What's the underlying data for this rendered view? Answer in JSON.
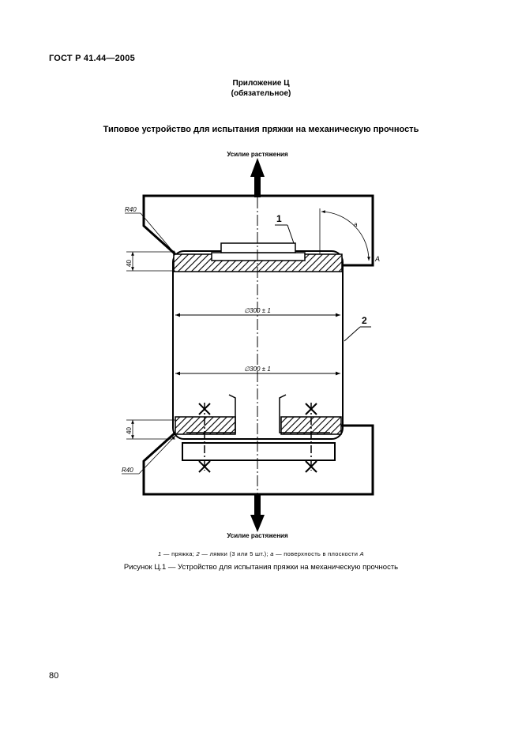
{
  "header": {
    "standard": "ГОСТ Р 41.44—2005"
  },
  "appendix": {
    "title": "Приложение Ц",
    "status": "(обязательное)"
  },
  "figure": {
    "title": "Типовое устройство для испытания пряжки на механическую прочность",
    "force_top": "Усилие растяжения",
    "force_bottom": "Усилие растяжения",
    "labels": {
      "r40_top": "R40",
      "r40_bottom": "R40",
      "dim40_top": "40",
      "dim40_bottom": "40",
      "diameter_top": "∅300 ± 1",
      "diameter_bottom": "∅300 ± 1",
      "callout_1": "1",
      "callout_2": "2",
      "angle_a": "a",
      "plane_A": "A"
    },
    "legend_parts": [
      {
        "num": "1",
        "text": " — пряжка; "
      },
      {
        "num": "2",
        "text": " — лямки (3 или 5 шт.); "
      },
      {
        "num": "a",
        "text": " — поверхность в плоскости "
      },
      {
        "num": "A",
        "text": ""
      }
    ],
    "caption": "Рисунок Ц.1 — Устройство для испытания пряжки на механическую прочность"
  },
  "page_number": "80"
}
